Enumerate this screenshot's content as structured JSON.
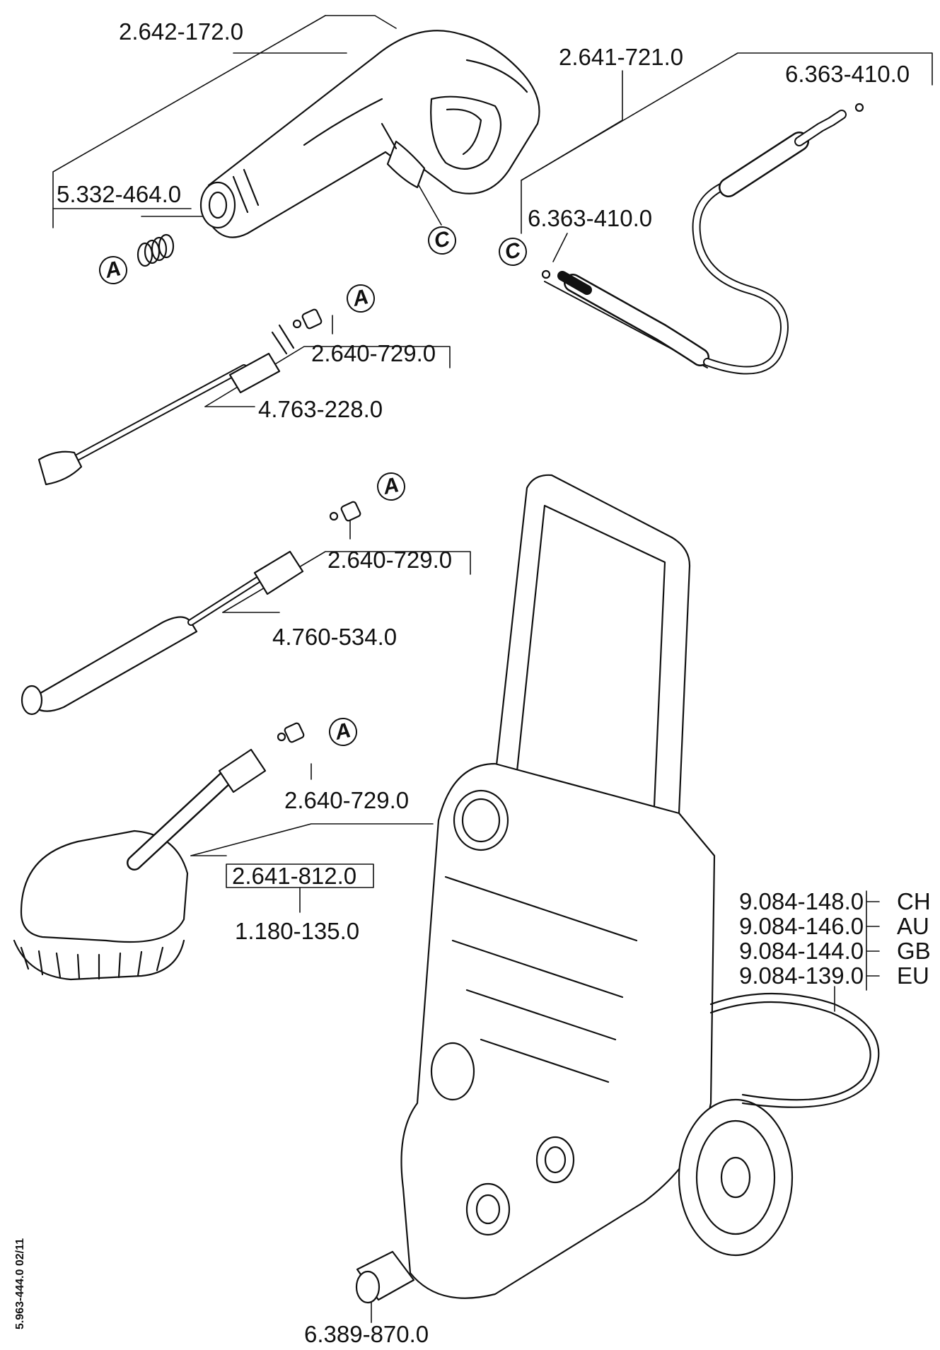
{
  "part_numbers": {
    "gun": "2.642-172.0",
    "hose": "2.641-721.0",
    "hose_end_o_ring": "6.363-410.0",
    "o_ring_gun_side": "6.363-410.0",
    "gun_spring": "5.332-464.0",
    "lance_1_adapter": "2.640-729.0",
    "lance_1": "4.763-228.0",
    "lance_2_adapter": "2.640-729.0",
    "lance_2": "4.760-534.0",
    "brush_adapter": "2.640-729.0",
    "brush_head": "2.641-812.0",
    "brush_kit": "1.180-135.0",
    "coupling": "6.389-870.0"
  },
  "variants": [
    {
      "part": "9.084-148.0",
      "country": "CH"
    },
    {
      "part": "9.084-146.0",
      "country": "AU"
    },
    {
      "part": "9.084-144.0",
      "country": "GB"
    },
    {
      "part": "9.084-139.0",
      "country": "EU"
    }
  ],
  "ref_markers": {
    "a": "A",
    "c": "C"
  },
  "doc_ref": "5.963-444.0  02/11"
}
